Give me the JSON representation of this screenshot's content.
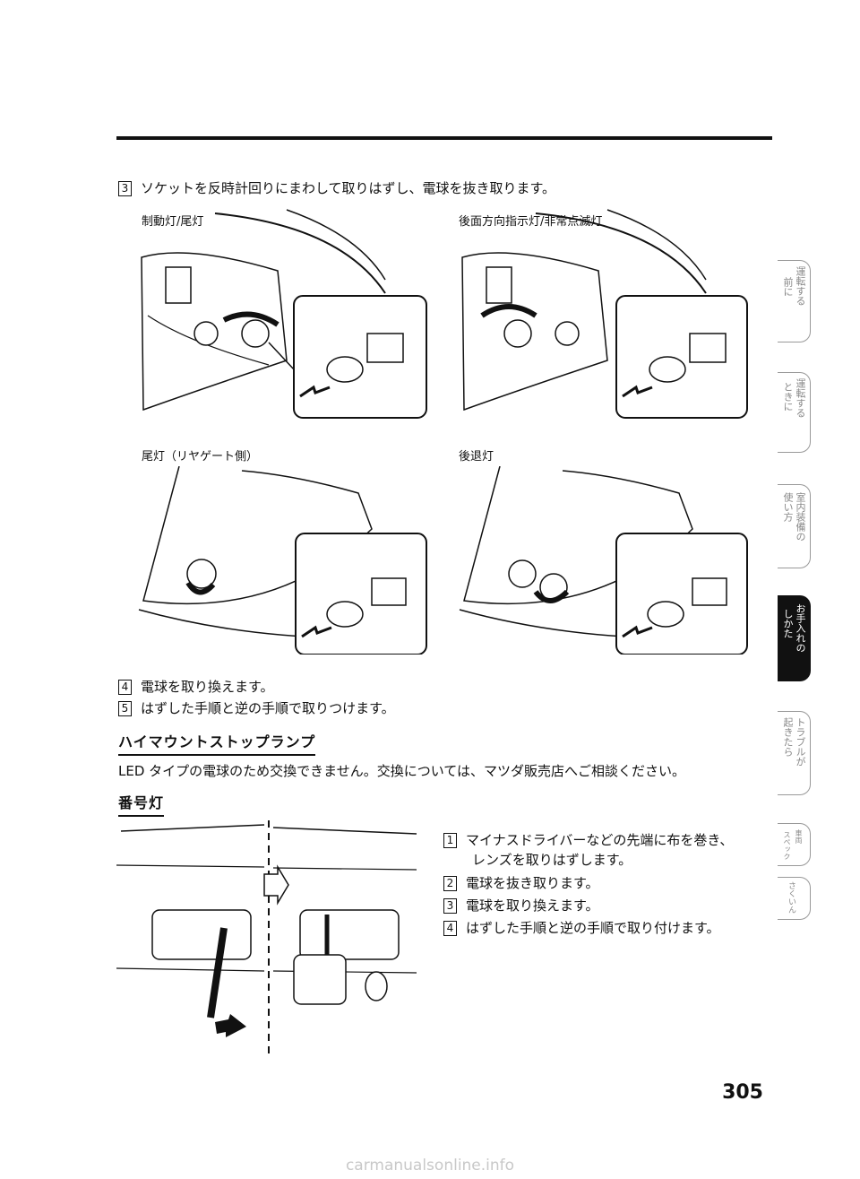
{
  "steps_top": [
    {
      "num": "3",
      "text": "ソケットを反時計回りにまわして取りはずし、電球を抜き取ります。"
    }
  ],
  "figures": {
    "top_left": "制動灯/尾灯",
    "top_right": "後面方向指示灯/非常点滅灯",
    "bottom_left": "尾灯（リヤゲート側）",
    "bottom_right": "後退灯"
  },
  "steps_mid": [
    {
      "num": "4",
      "text": "電球を取り換えます。"
    },
    {
      "num": "5",
      "text": "はずした手順と逆の手順で取りつけます。"
    }
  ],
  "section_hmsl": {
    "title": "ハイマウントストップランプ",
    "body": "LED タイプの電球のため交換できません。交換については、マツダ販売店へご相談ください。"
  },
  "section_license": {
    "title": "番号灯",
    "steps": [
      {
        "num": "1",
        "line1": "マイナスドライバーなどの先端に布を巻き、",
        "line2": "レンズを取りはずします。"
      },
      {
        "num": "2",
        "line1": "電球を抜き取ります。"
      },
      {
        "num": "3",
        "line1": "電球を取り換えます。"
      },
      {
        "num": "4",
        "line1": "はずした手順と逆の手順で取り付けます。"
      }
    ]
  },
  "side_tabs": [
    {
      "col1": "前に",
      "col2": "運転する",
      "active": false
    },
    {
      "col1": "ときに",
      "col2": "運転する",
      "active": false
    },
    {
      "col1": "使い方",
      "col2": "室内装備の",
      "active": false
    },
    {
      "col1": "しかた",
      "col2": "お手入れの",
      "active": true
    },
    {
      "col1": "起きたら",
      "col2": "トラブルが",
      "active": false
    },
    {
      "col1": "スペック",
      "col2": "車両",
      "active": false
    },
    {
      "col1": "さくいん",
      "col2": "",
      "active": false
    }
  ],
  "page_number": "305",
  "watermark": "carmanualsonline.info"
}
